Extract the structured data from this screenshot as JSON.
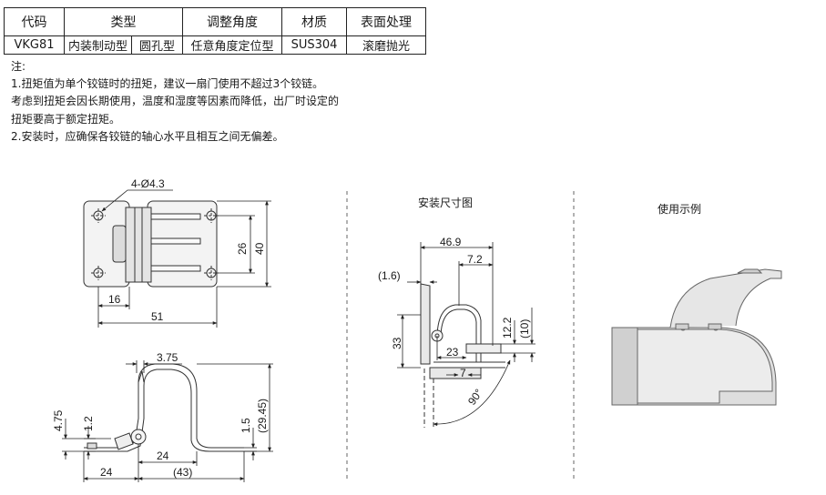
{
  "spec_table": {
    "headers": {
      "code": "代码",
      "type": "类型",
      "angle": "调整角度",
      "material": "材质",
      "surface": "表面处理"
    },
    "row": {
      "code": "VKG81",
      "type_1": "内装制动型",
      "type_2": "圆孔型",
      "angle": "任意角度定位型",
      "material": "SUS304",
      "surface": "滚磨抛光"
    }
  },
  "notes": [
    "注:",
    "1.扭矩值为单个铰链时的扭矩，建议一扇门使用不超过3个铰链。",
    "考虑到扭矩会因长期使用，温度和湿度等因素而降低，出厂时设定的",
    "扭矩要高于额定扭矩。",
    "2.安装时，应确保各铰链的轴心水平且相互之间无偏差。"
  ],
  "captions": {
    "install_size": "安装尺寸图",
    "usage_example": "使用示例"
  },
  "dims": {
    "top": {
      "holes": "4-Ø4.3",
      "d16": "16",
      "d51": "51",
      "d26": "26",
      "d40": "40"
    },
    "side": {
      "d375": "3.75",
      "d475": "4.75",
      "d12": "1.2",
      "d15": "1.5",
      "d2945": "(29.45)",
      "d24a": "24",
      "d24b": "24",
      "d43": "(43)"
    },
    "install": {
      "d469": "46.9",
      "d72": "7.2",
      "d16": "(1.6)",
      "d33": "33",
      "d23": "23",
      "d122": "12.2",
      "d10": "(10)",
      "d7": "7",
      "d90": "90°"
    }
  }
}
